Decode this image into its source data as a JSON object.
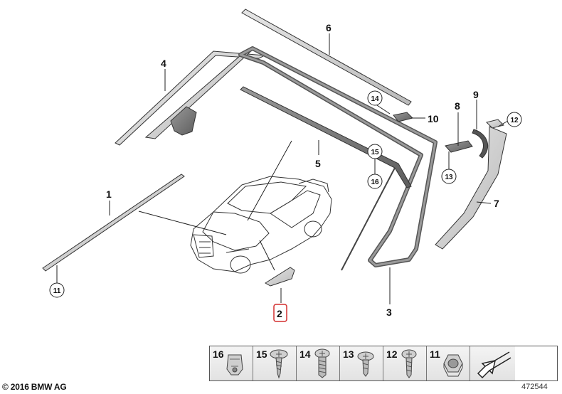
{
  "callouts": {
    "c1": "1",
    "c2": "2",
    "c3": "3",
    "c4": "4",
    "c5": "5",
    "c6": "6",
    "c7": "7",
    "c8": "8",
    "c9": "9",
    "c10": "10",
    "c11": "11",
    "c12": "12",
    "c13": "13",
    "c14": "14",
    "c15": "15",
    "c16": "16"
  },
  "legend": [
    {
      "number": "16",
      "part_icon": "clip-nut-icon"
    },
    {
      "number": "15",
      "part_icon": "screw-icon"
    },
    {
      "number": "14",
      "part_icon": "screw-icon"
    },
    {
      "number": "13",
      "part_icon": "screw-icon"
    },
    {
      "number": "12",
      "part_icon": "screw-icon"
    },
    {
      "number": "11",
      "part_icon": "hex-nut-icon"
    },
    {
      "number": "",
      "part_icon": "arrow-icon"
    }
  ],
  "footer": {
    "copyright": "© 2016 BMW AG",
    "image_number": "472544"
  },
  "colors": {
    "highlight": "#d32f2f",
    "line": "#222222",
    "part_fill": "#cfcfcf",
    "frame_fill": "#7a7a7a"
  }
}
